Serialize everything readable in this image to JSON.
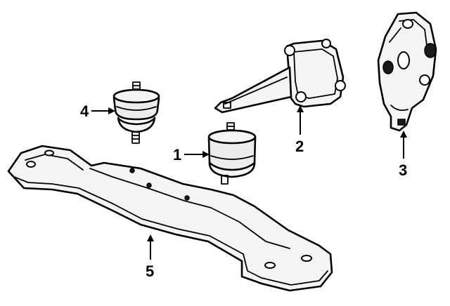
{
  "callouts": {
    "part_1": "1",
    "part_2": "2",
    "part_3": "3",
    "part_4": "4",
    "part_5": "5"
  },
  "colors": {
    "line": "#000000",
    "fill": "#f4f4f4",
    "background": "#ffffff"
  }
}
